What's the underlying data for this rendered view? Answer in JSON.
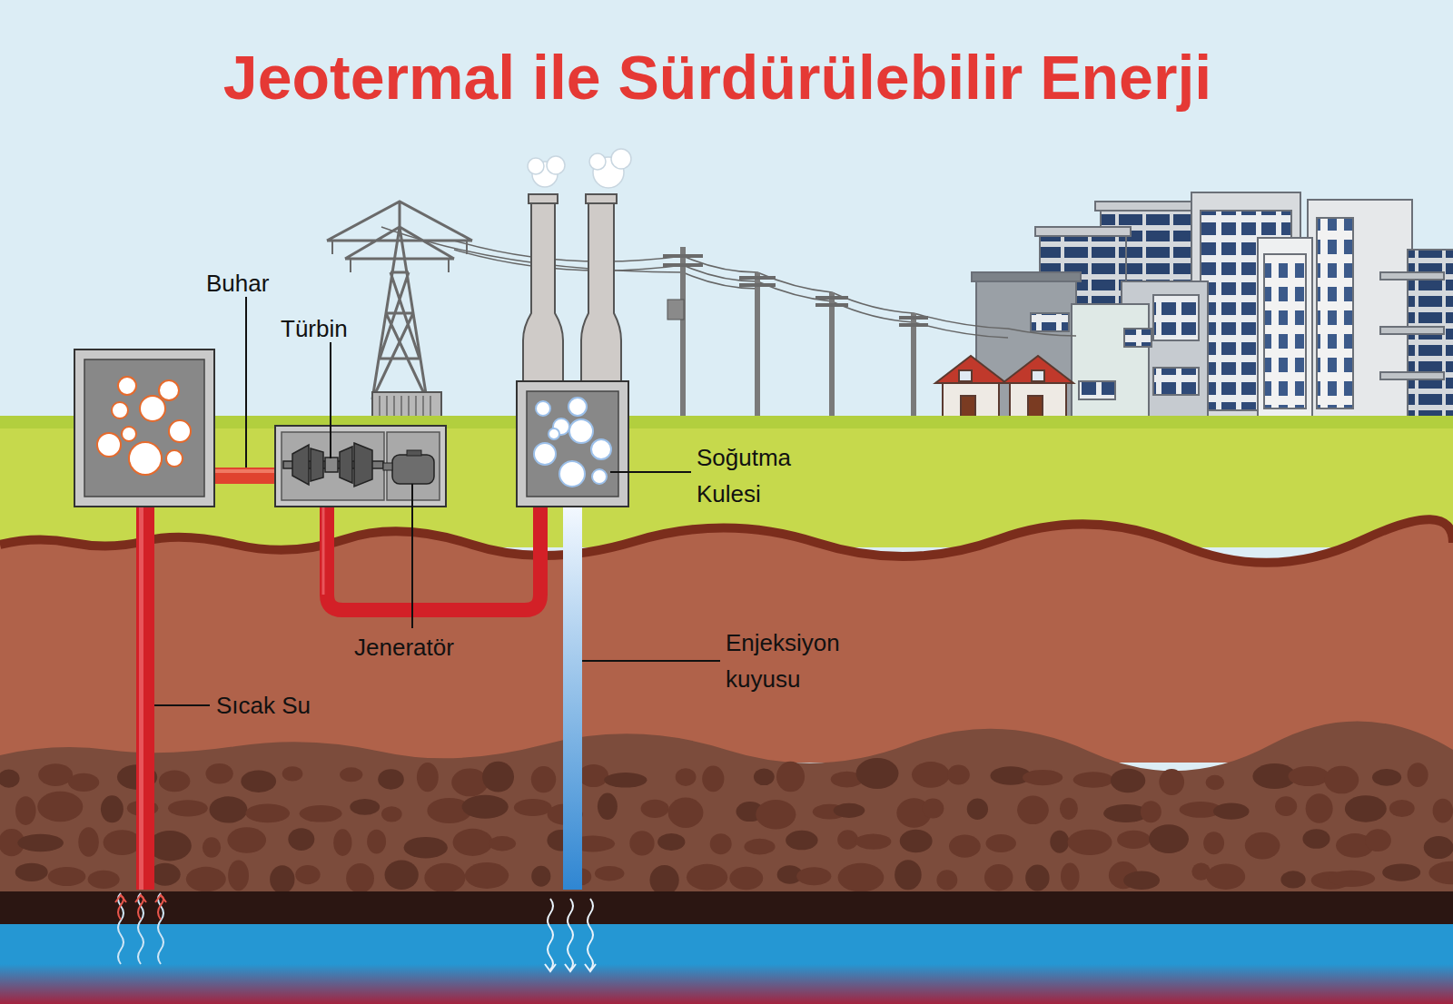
{
  "diagram": {
    "title": "Jeotermal ile Sürdürülebilir Enerji",
    "labels": [
      "Buhar",
      "Türbin",
      "Sıcak Su",
      "Jeneratör",
      "Soğutma Kulesi",
      "Enjeksiyon kuyusu"
    ]
  }
}
